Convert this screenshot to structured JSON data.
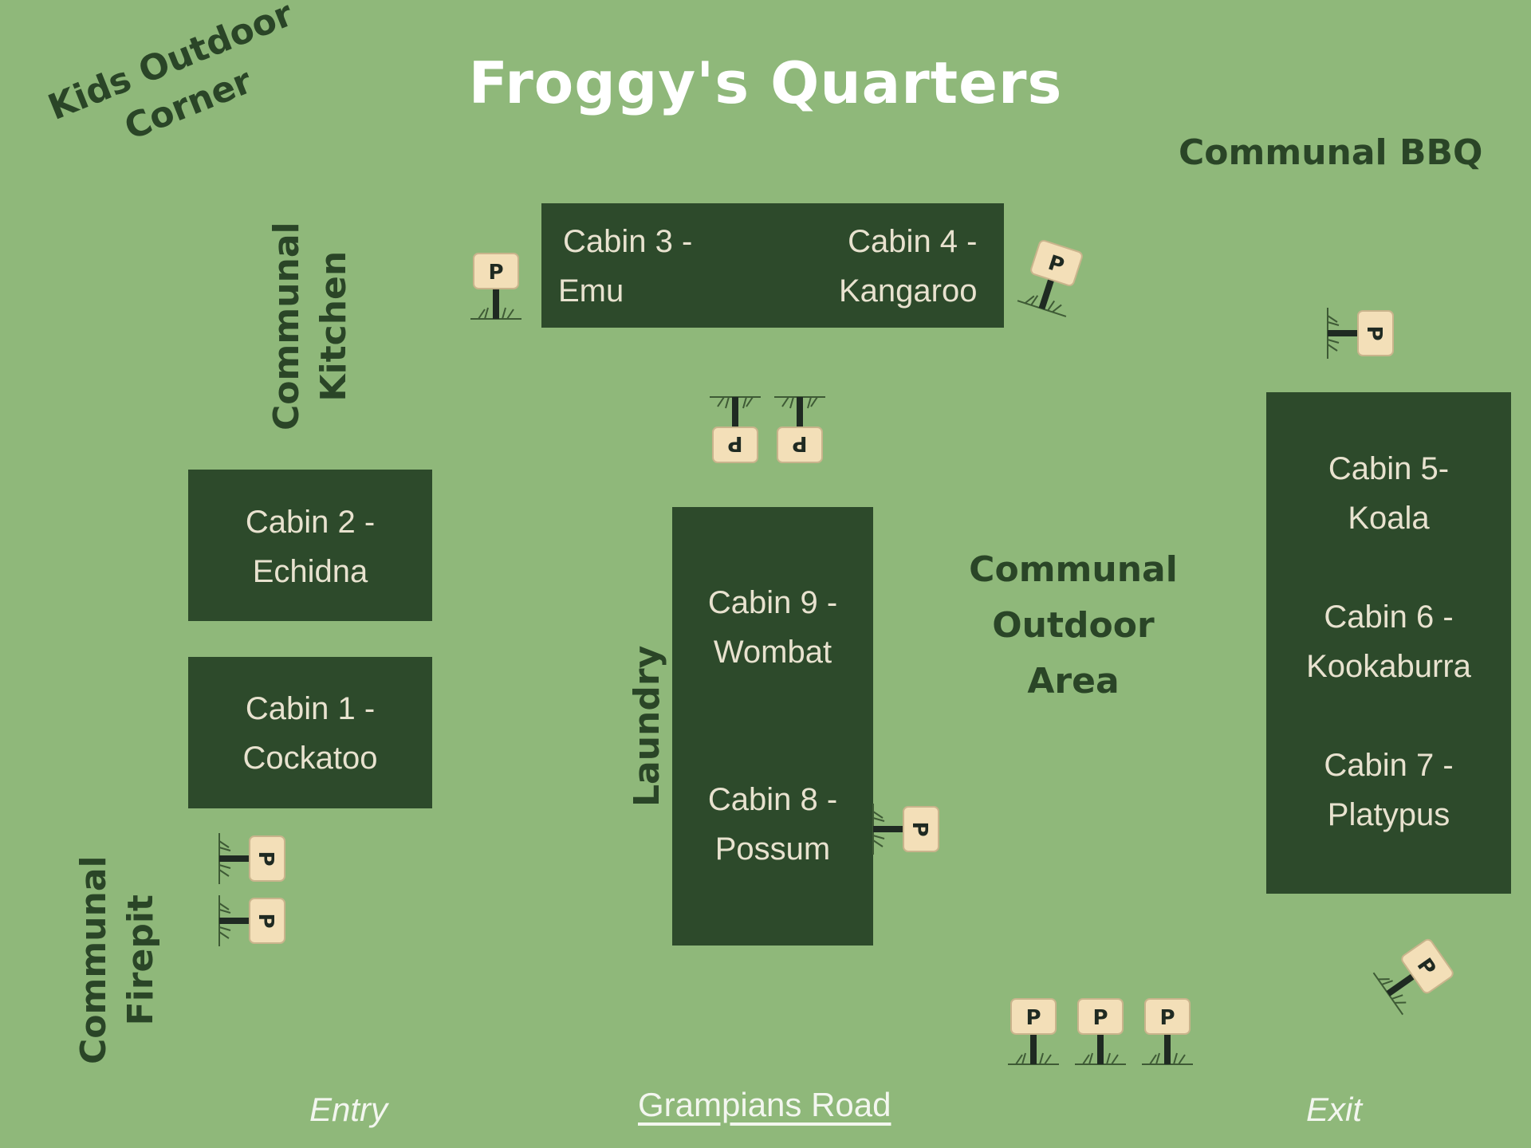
{
  "title": "Froggy's Quarters",
  "areas": {
    "kids_corner": {
      "line1": "Kids Outdoor",
      "line2": "Corner"
    },
    "communal_bbq": "Communal BBQ",
    "communal_kitchen": {
      "line1": "Communal",
      "line2": "Kitchen"
    },
    "laundry": "Laundry",
    "communal_outdoor": {
      "line1": "Communal",
      "line2": "Outdoor",
      "line3": "Area"
    },
    "communal_firepit": {
      "line1": "Communal",
      "line2": "Firepit"
    }
  },
  "cabins": {
    "cabin3": {
      "line1": "Cabin 3 -",
      "line2": "Emu"
    },
    "cabin4": {
      "line1": "Cabin 4 -",
      "line2": "Kangaroo"
    },
    "cabin2": {
      "line1": "Cabin 2 -",
      "line2": "Echidna"
    },
    "cabin1": {
      "line1": "Cabin 1 -",
      "line2": "Cockatoo"
    },
    "cabin9": {
      "line1": "Cabin 9 -",
      "line2": "Wombat"
    },
    "cabin8": {
      "line1": "Cabin 8 -",
      "line2": "Possum"
    },
    "cabin5": {
      "line1": "Cabin 5-",
      "line2": "Koala"
    },
    "cabin6": {
      "line1": "Cabin 6 -",
      "line2": "Kookaburra"
    },
    "cabin7": {
      "line1": "Cabin 7 -",
      "line2": "Platypus"
    }
  },
  "roads": {
    "entry": "Entry",
    "road_name": "Grampians Road",
    "exit": "Exit"
  },
  "parking_sign": {
    "letter": "P"
  },
  "colors": {
    "background": "#8fb87a",
    "cabin_fill": "#2d4a2b",
    "label_text": "#2a4527",
    "sign_board": "#f3dfb8"
  }
}
